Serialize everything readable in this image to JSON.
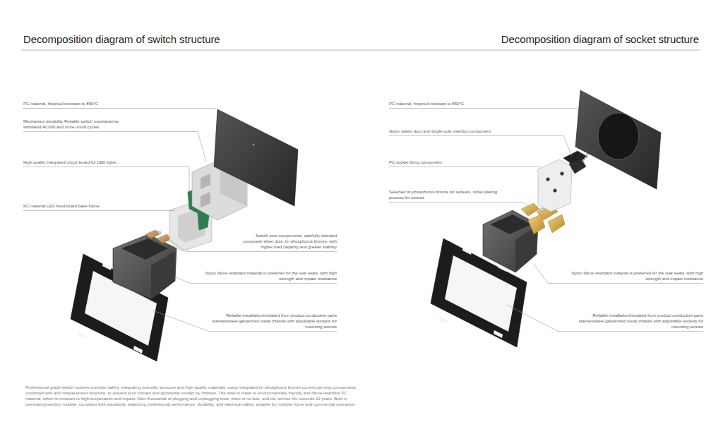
{
  "diagram": {
    "title": "Decomposition diagram of switch structure",
    "caption": "Professional grade switch sockets prioritize safety, integrating scientific structure and high-quality materials, using integrated tin phosphorus bronze current carrying components, combined with anti misplacement structure, to prevent poor contact and accidental contact by children. The shell is made of environmentally friendly and flame-retardant PC material, which is resistant to high temperature and impact. After thousands of plugging and unplugging tests, there is no loss, and the service life exceeds 10 years. Built in overload protection module, compliant with standards, balancing professional performance, durability, and electrical safety, suitable for multiple home and commercial scenarios.",
    "labels": [
      "Decomposition diagram of socket structure",
      "PC material, fireproof,resistant to 850°C",
      "Mechanism durability Reliable switch mechanismto withstand 40,000 and more on/off cycles",
      "High quality integrated circuit board for LED lights",
      "PC material LED fixed board base frame",
      "Switch core components, carefully selected composite silver dots, tin phosphorus bronze, with higher load capacity and greater stability",
      "Nylon flame retardant material is preferred for the rear seats, with high strength and impact resistance",
      "Reliable installationInsulated from product conductive parts stainlesssteel galvanized metal chassis with adjustable sockets for mounting screws",
      "PC material, fireproof,resistant to 850°C",
      "Nylon safety door anti single pole insertion component",
      "PC socket fixing component",
      "Selected tin phosphorus bronze for sockets, nickel plating process for screws",
      "Nylon flame retardant material is preferred for the rear seats, with high strength and impact resistance",
      "Reliable installationInsulated from product conductive parts stainlesssteel galvanized metal chassis with adjustable sockets for mounting screws"
    ]
  }
}
